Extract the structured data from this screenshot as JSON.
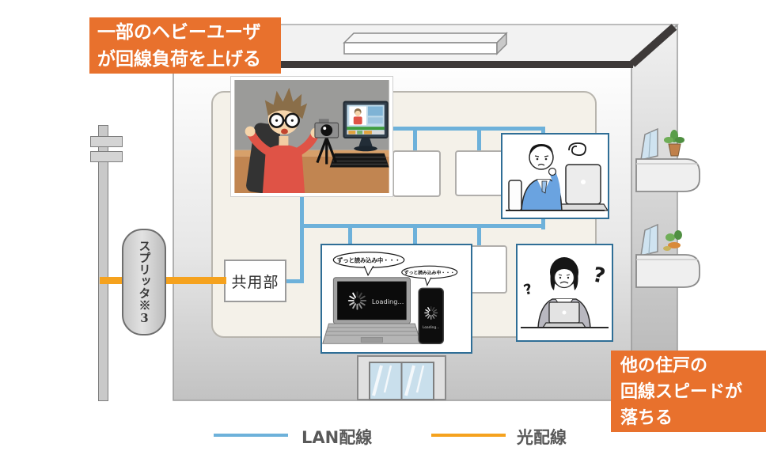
{
  "labels": {
    "heavy_user": {
      "line1": "一部のヘビーユーザ",
      "line2": "が回線負荷を上げる"
    },
    "other_users": {
      "line1": "他の住戸の",
      "line2": "回線スピードが",
      "line3": "落ちる"
    }
  },
  "building": {
    "common_area": "共用部"
  },
  "pole_splitter": {
    "label": "スプリッタ",
    "note": "※3"
  },
  "legend": {
    "lan": "LAN配線",
    "optical": "光配線"
  },
  "loading_scene": {
    "bubble_laptop": "ずっと読み込み中・・・",
    "bubble_phone": "ずっと読み込み中・・・",
    "laptop_loading_text": "Loading...",
    "phone_loading_text": "Loading..."
  },
  "confused_scene": {
    "question_mark_left": "?",
    "question_mark_right": "?"
  },
  "colors": {
    "label_orange": "#e8712d",
    "optical_orange": "#f5a21e",
    "lan_blue": "#6db1da",
    "scene_border_blue": "#2f6e96",
    "legend_text_gray": "#595959"
  }
}
